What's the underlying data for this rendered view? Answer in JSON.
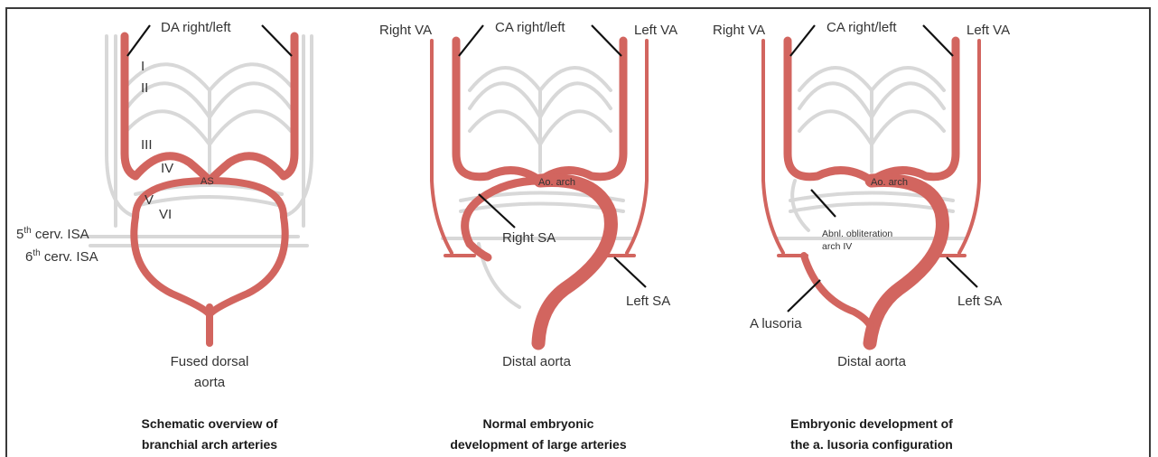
{
  "panels": [
    {
      "labels": {
        "da": "DA right/left",
        "arch_i": "I",
        "arch_ii": "II",
        "arch_iii": "III",
        "arch_iv": "IV",
        "arch_v": "V",
        "arch_vi": "VI",
        "as": "AS",
        "isa5_prefix": "5",
        "isa5_sup": "th",
        "isa5_rest": " cerv. ISA",
        "isa6_prefix": "6",
        "isa6_sup": "th",
        "isa6_rest": " cerv. ISA",
        "bottom1": "Fused dorsal",
        "bottom2": "aorta"
      },
      "caption": [
        "Schematic overview of",
        "branchial arch arteries"
      ]
    },
    {
      "labels": {
        "right_va": "Right VA",
        "ca": "CA right/left",
        "left_va": "Left VA",
        "ao_arch": "Ao. arch",
        "right_sa": "Right SA",
        "left_sa": "Left SA",
        "bottom": "Distal aorta"
      },
      "caption": [
        "Normal embryonic",
        "development of large arteries"
      ]
    },
    {
      "labels": {
        "right_va": "Right VA",
        "ca": "CA right/left",
        "left_va": "Left VA",
        "ao_arch": "Ao. arch",
        "abnl1": "Abnl. obliteration",
        "abnl2": "arch IV",
        "left_sa": "Left SA",
        "a_lusoria": "A lusoria",
        "bottom": "Distal aorta"
      },
      "caption": [
        "Embryonic development of",
        "the a. lusoria configuration"
      ]
    }
  ],
  "colors": {
    "artery": "#d2655f",
    "faded": "#d8d8d8",
    "text": "#333333"
  }
}
